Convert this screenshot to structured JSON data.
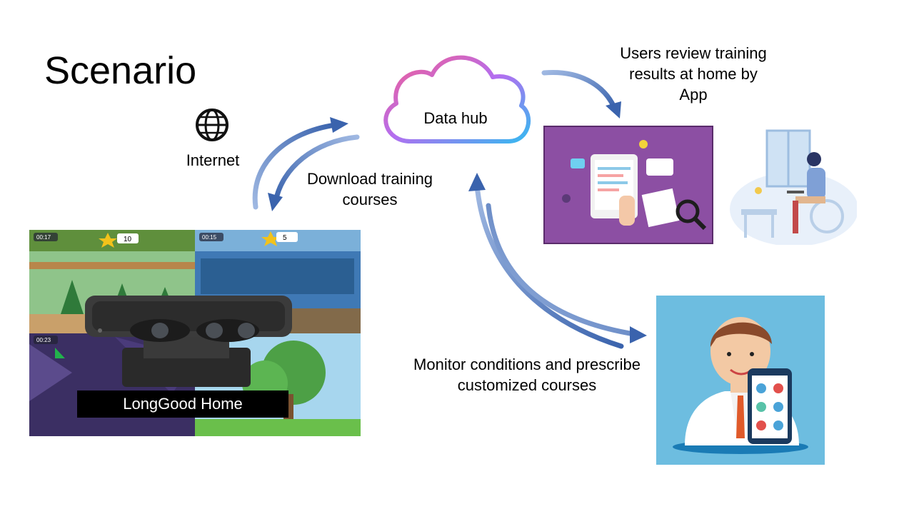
{
  "title": "Scenario",
  "internet": {
    "label": "Internet",
    "icon": "globe-icon"
  },
  "data_hub": {
    "label": "Data hub",
    "icon": "cloud-icon",
    "gradient": [
      "#f45d8f",
      "#b36ef0",
      "#35b9f0"
    ]
  },
  "download": {
    "label": "Download training courses"
  },
  "users_review": {
    "label": "Users review training results at home by App"
  },
  "monitor": {
    "label": "Monitor conditions and prescribe customized courses"
  },
  "home_device": {
    "label": "LongGood Home",
    "hud": [
      {
        "timer": "00:17",
        "score": "10"
      },
      {
        "timer": "00:15",
        "score": "5"
      },
      {
        "timer": "00:23"
      }
    ]
  },
  "colors": {
    "arrow_dark": "#3a63ad",
    "arrow_light": "#8eaadb",
    "app_panel": "#8c4fa3",
    "doctor_bg": "#6dbde0"
  }
}
